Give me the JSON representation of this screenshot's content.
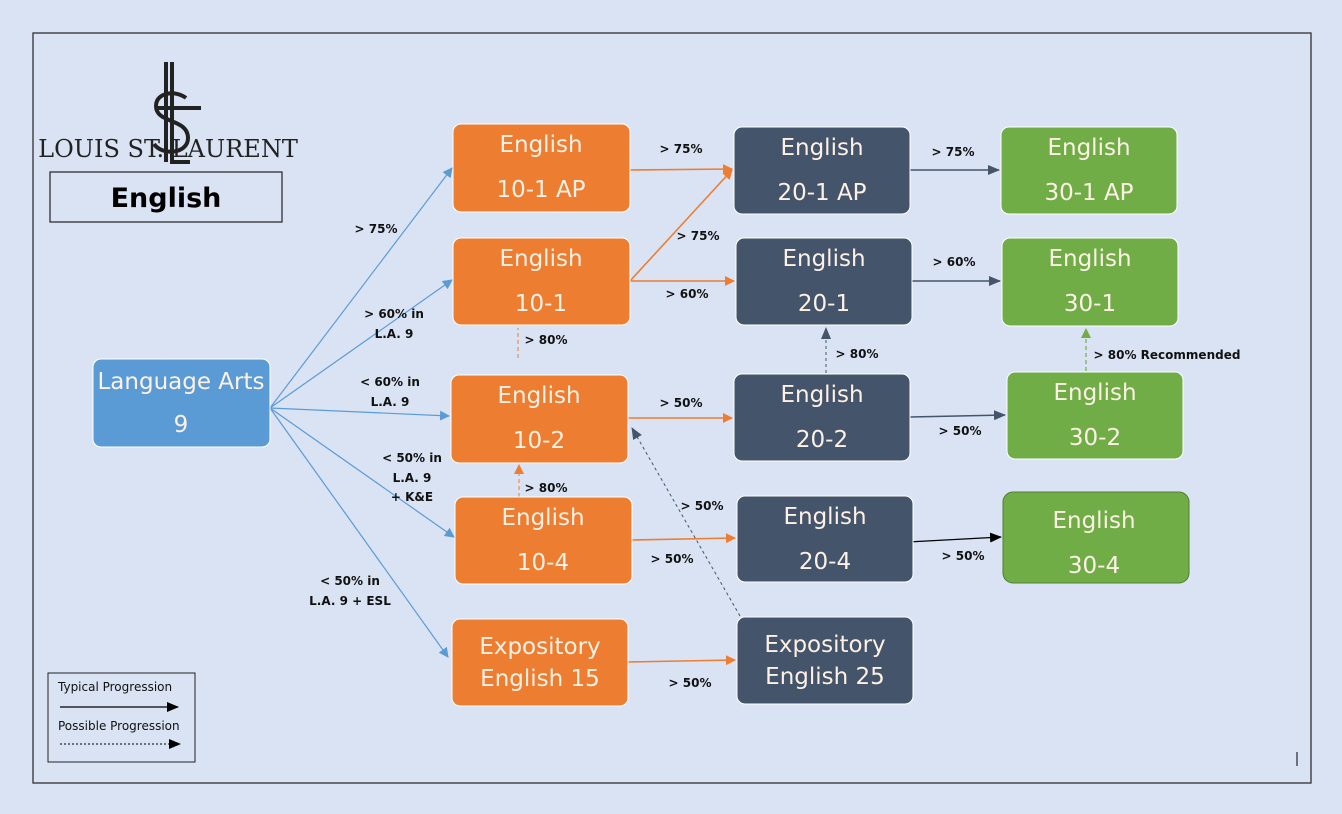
{
  "logo": {
    "monogram": "LSL",
    "name": "LOUIS ST. LAURENT"
  },
  "subject_title": "English",
  "colors": {
    "background": "#dae3f3",
    "grade9": "#5b9bd5",
    "grade10": "#ed7d31",
    "grade20": "#44546a",
    "grade30": "#70ad47"
  },
  "nodes": {
    "la9": [
      "Language Arts",
      "9"
    ],
    "e10_1ap": [
      "English",
      "10-1 AP"
    ],
    "e10_1": [
      "English",
      "10-1"
    ],
    "e10_2": [
      "English",
      "10-2"
    ],
    "e10_4": [
      "English",
      "10-4"
    ],
    "exp15": [
      "Expository",
      "English 15"
    ],
    "e20_1ap": [
      "English",
      "20-1 AP"
    ],
    "e20_1": [
      "English",
      "20-1"
    ],
    "e20_2": [
      "English",
      "20-2"
    ],
    "e20_4": [
      "English",
      "20-4"
    ],
    "exp25": [
      "Expository",
      "English 25"
    ],
    "e30_1ap": [
      "English",
      "30-1 AP"
    ],
    "e30_1": [
      "English",
      "30-1"
    ],
    "e30_2": [
      "English",
      "30-2"
    ],
    "e30_4": [
      "English",
      "30-4"
    ]
  },
  "edge_labels": {
    "la9_to_10_1ap": "> 75%",
    "la9_to_10_1": [
      "> 60% in",
      "L.A. 9"
    ],
    "la9_to_10_2": [
      "< 60% in",
      "L.A. 9"
    ],
    "la9_to_10_4": [
      "< 50% in",
      "L.A. 9",
      "+ K&E"
    ],
    "la9_to_exp15": [
      "< 50% in",
      "L.A. 9 + ESL"
    ],
    "e10_1ap_to_20_1ap": "> 75%",
    "e10_1_to_20_1ap": "> 75%",
    "e10_1_to_20_1": "> 60%",
    "e10_2_to_10_1": "> 80%",
    "e10_2_to_20_2": "> 50%",
    "e10_4_to_10_2": "> 80%",
    "e10_4_to_20_4": "> 50%",
    "exp25_to_10_2": "> 50%",
    "exp15_to_exp25": "> 50%",
    "e20_1ap_to_30_1ap": "> 75%",
    "e20_1_to_30_1": "> 60%",
    "e20_2_to_20_1": "> 80%",
    "e20_2_to_30_2": "> 50%",
    "e30_2_to_30_1": "> 80% Recommended",
    "e20_4_to_30_4": "> 50%"
  },
  "legend": {
    "typical": "Typical Progression",
    "possible": "Possible Progression"
  }
}
